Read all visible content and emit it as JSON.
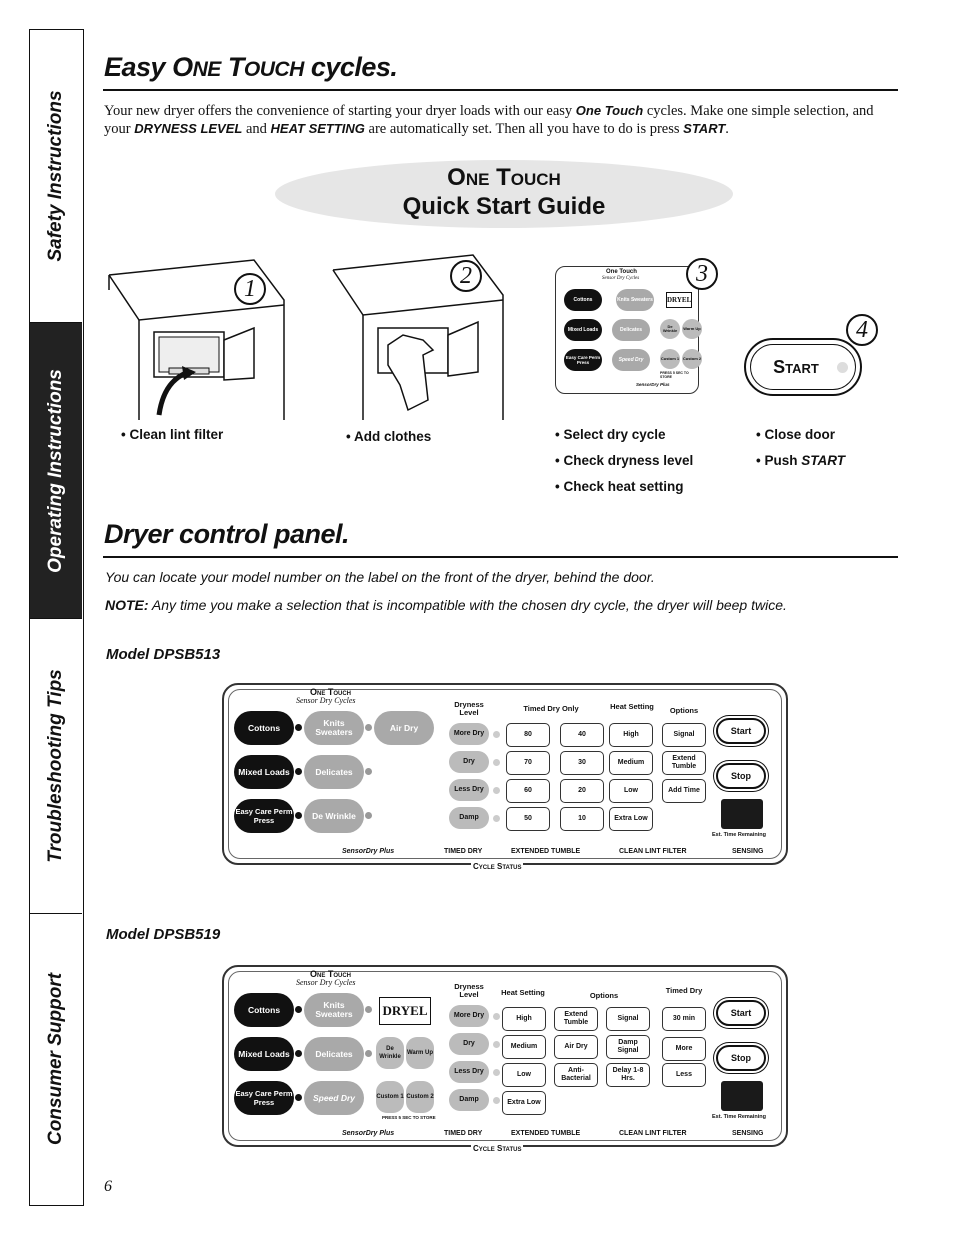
{
  "side_tabs": [
    {
      "label": "Safety Instructions",
      "active": false
    },
    {
      "label": "Operating Instructions",
      "active": true
    },
    {
      "label": "Troubleshooting Tips",
      "active": false
    },
    {
      "label": "Consumer Support",
      "active": false
    }
  ],
  "section1": {
    "title_a": "Easy ",
    "title_b": "O",
    "title_c": "NE",
    "title_d": " T",
    "title_e": "OUCH",
    "title_f": " cycles.",
    "intro_1": "Your new dryer offers the convenience of starting your dryer loads with our easy ",
    "intro_one_touch": "One Touch",
    "intro_2": " cycles. Make one simple selection, and your ",
    "intro_dryness": "DRYNESS LEVEL",
    "intro_3": " and ",
    "intro_heat": "HEAT SETTING",
    "intro_4": " are automatically set. Then all you have to do is press ",
    "intro_start": "START",
    "intro_5": "."
  },
  "guide": {
    "line1": "One Touch",
    "line2": "Quick Start Guide"
  },
  "steps": [
    {
      "number": "1",
      "bullets": [
        "• Clean lint filter"
      ]
    },
    {
      "number": "2",
      "bullets": [
        "• Add clothes"
      ]
    },
    {
      "number": "3",
      "bullets": [
        "• Select dry cycle",
        "• Check dryness level",
        "• Check heat setting"
      ]
    },
    {
      "number": "4",
      "bullets": [
        "• Close door",
        "• Push "
      ],
      "start_word": "START"
    }
  ],
  "step3_panel": {
    "brand": "One Touch",
    "sub": "Sensor Dry Cycles",
    "buttons": [
      "Cottons",
      "Knits Sweaters",
      "DRYEL",
      "Mixed Loads",
      "Delicates",
      "De Wrinkle",
      "Warm Up",
      "Easy Care Perm Press",
      "Speed Dry",
      "Custom 1",
      "Custom 2"
    ],
    "hint": "PRESS 5 SEC TO STORE",
    "sensor": "SensorDry Plus"
  },
  "step4_button": "Start",
  "section2": {
    "title": "Dryer control panel.",
    "line1": "You can locate your model number on the label on the front of the dryer, behind the door.",
    "note_label": "NOTE:",
    "note_text": " Any time you make a selection that is incompatible with the chosen dry cycle, the dryer will beep twice."
  },
  "model1": {
    "label": "Model DPSB513",
    "brand": "One Touch",
    "sub": "Sensor Dry Cycles",
    "cycles": [
      "Cottons",
      "Knits Sweaters",
      "Air Dry",
      "Mixed Loads",
      "Delicates",
      "Easy Care Perm Press",
      "De Wrinkle"
    ],
    "dryness_head": "Dryness Level",
    "dryness": [
      "More Dry",
      "Dry",
      "Less Dry",
      "Damp"
    ],
    "timed_head": "Timed Dry Only",
    "timed": [
      "80",
      "40",
      "70",
      "30",
      "60",
      "20",
      "50",
      "10"
    ],
    "heat_head": "Heat Setting",
    "heat": [
      "High",
      "Medium",
      "Low",
      "Extra Low"
    ],
    "options_head": "Options",
    "options": [
      "Signal",
      "Extend Tumble",
      "Add Time"
    ],
    "start": "Start",
    "stop": "Stop",
    "est": "Est. Time Remaining",
    "status": [
      "SensorDry Plus",
      "TIMED DRY",
      "EXTENDED TUMBLE",
      "CLEAN LINT FILTER",
      "SENSING"
    ],
    "cycle_status": "Cycle Status"
  },
  "model2": {
    "label": "Model DPSB519",
    "brand": "One Touch",
    "sub": "Sensor Dry Cycles",
    "cycles": [
      "Cottons",
      "Knits Sweaters",
      "DRYEL",
      "Mixed Loads",
      "Delicates",
      "De Wrinkle",
      "Warm Up",
      "Easy Care Perm Press",
      "Speed Dry",
      "Custom 1",
      "Custom 2"
    ],
    "hint": "PRESS 5 SEC TO STORE",
    "dryness_head": "Dryness Level",
    "dryness": [
      "More Dry",
      "Dry",
      "Less Dry",
      "Damp"
    ],
    "heat_head": "Heat Setting",
    "heat": [
      "High",
      "Medium",
      "Low",
      "Extra Low"
    ],
    "options_head": "Options",
    "options": [
      "Extend Tumble",
      "Signal",
      "Air Dry",
      "Damp Signal",
      "Anti-Bacterial",
      "Delay 1-8 Hrs."
    ],
    "timed_head": "Timed Dry",
    "timed": [
      "30 min",
      "More",
      "Less"
    ],
    "start": "Start",
    "stop": "Stop",
    "est": "Est. Time Remaining",
    "status": [
      "SensorDry Plus",
      "TIMED DRY",
      "EXTENDED TUMBLE",
      "CLEAN LINT FILTER",
      "SENSING"
    ],
    "cycle_status": "Cycle Status"
  },
  "page_number": "6"
}
